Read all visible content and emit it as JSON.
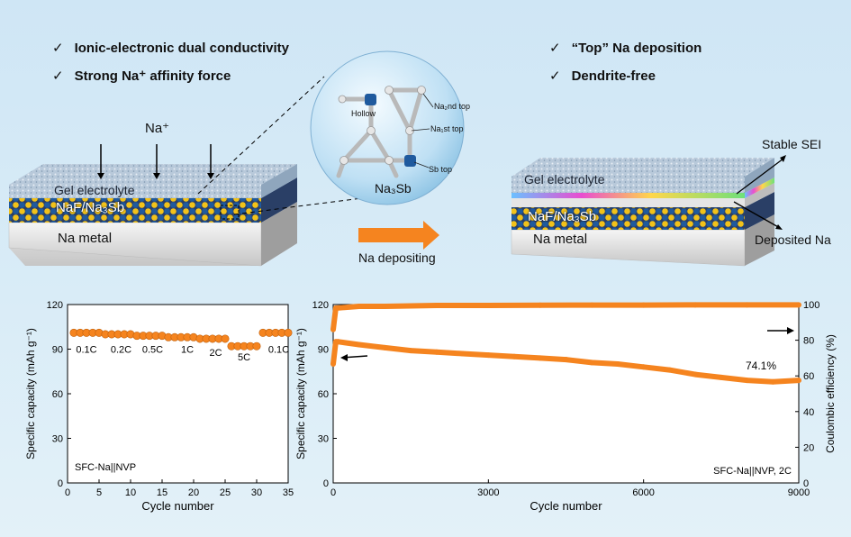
{
  "top": {
    "left_bullets": [
      "Ionic-electronic dual conductivity",
      "Strong Na⁺ affinity force"
    ],
    "right_bullets": [
      "“Top” Na deposition",
      "Dendrite-free"
    ],
    "check": "✓",
    "na_plus": "Na⁺",
    "left_layers": {
      "gel": "Gel electrolyte",
      "naf": "NaF/Na₃Sb",
      "metal": "Na metal"
    },
    "right_layers": {
      "gel": "Gel electrolyte",
      "naf": "NaF/Na₃Sb",
      "metal": "Na metal"
    },
    "bubble": {
      "title": "Na₃Sb",
      "hollow": "Hollow",
      "site_2nd": "Na₂nd top",
      "site_1st": "Na₁st top",
      "site_sb": "Sb top"
    },
    "arrow_label": "Na depositing",
    "stable_sei": "Stable SEI",
    "deposited_na": "Deposited Na"
  },
  "colors": {
    "orange": "#f5841f",
    "blue": "#1f5a9e",
    "yellow": "#f2c21a"
  },
  "chart_data": [
    {
      "type": "scatter",
      "annotation": "SFC-Na||NVP",
      "xlabel": "Cycle number",
      "ylabel": "Specific capacity (mAh g⁻¹)",
      "xlim": [
        0,
        35
      ],
      "ylim": [
        0,
        120
      ],
      "xticks": [
        0,
        5,
        10,
        15,
        20,
        25,
        30,
        35
      ],
      "yticks": [
        0,
        30,
        60,
        90,
        120
      ],
      "rate_labels": [
        {
          "text": "0.1C",
          "x": 3,
          "y": 90
        },
        {
          "text": "0.2C",
          "x": 8.5,
          "y": 90
        },
        {
          "text": "0.5C",
          "x": 13.5,
          "y": 90
        },
        {
          "text": "1C",
          "x": 19,
          "y": 90
        },
        {
          "text": "2C",
          "x": 23.5,
          "y": 88
        },
        {
          "text": "5C",
          "x": 28,
          "y": 85
        },
        {
          "text": "0.1C",
          "x": 33.5,
          "y": 90
        }
      ],
      "segments": [
        {
          "from": 1,
          "to": 5,
          "value": 101
        },
        {
          "from": 6,
          "to": 10,
          "value": 100
        },
        {
          "from": 11,
          "to": 15,
          "value": 99
        },
        {
          "from": 16,
          "to": 20,
          "value": 98
        },
        {
          "from": 21,
          "to": 25,
          "value": 97
        },
        {
          "from": 26,
          "to": 30,
          "value": 92
        },
        {
          "from": 31,
          "to": 35,
          "value": 101
        }
      ]
    },
    {
      "type": "scatter",
      "annotation": "SFC-Na||NVP, 2C",
      "xlabel": "Cycle number",
      "ylabel": "Specific capacity (mAh g⁻¹)",
      "y2label": "Coulombic efficiency (%)",
      "xlim": [
        0,
        9000
      ],
      "ylim": [
        0,
        120
      ],
      "y2lim": [
        0,
        100
      ],
      "xticks": [
        0,
        3000,
        6000,
        9000
      ],
      "yticks": [
        0,
        30,
        60,
        90,
        120
      ],
      "y2ticks": [
        0,
        20,
        40,
        60,
        80,
        100
      ],
      "retention_label": "74.1%",
      "series": [
        {
          "values_x": [
            0,
            50,
            100,
            500,
            1000,
            1500,
            2000,
            2500,
            3000,
            3500,
            4000,
            4500,
            5000,
            5500,
            6000,
            6500,
            7000,
            7500,
            8000,
            8500,
            9000
          ],
          "values": [
            80,
            95,
            95,
            93,
            91,
            89,
            88,
            87,
            86,
            85,
            84,
            83,
            81,
            80,
            78,
            76,
            73,
            71,
            69,
            68,
            69
          ]
        },
        {
          "values_x": [
            0,
            50,
            500,
            1000,
            2000,
            3000,
            4000,
            5000,
            6000,
            7000,
            8000,
            9000
          ],
          "values": [
            86,
            98,
            99,
            99,
            99.5,
            99.5,
            99.6,
            99.7,
            99.7,
            99.8,
            99.8,
            99.8
          ]
        }
      ]
    }
  ]
}
